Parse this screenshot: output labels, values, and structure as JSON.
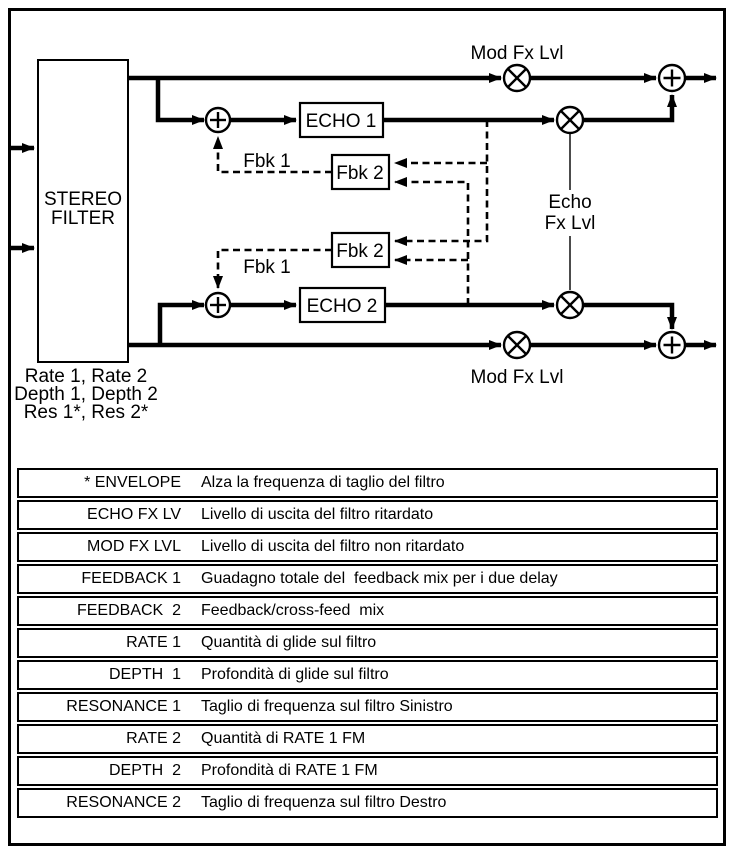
{
  "colors": {
    "line": "#000000",
    "background": "#ffffff"
  },
  "diagram": {
    "filter_label_line1": "STEREO",
    "filter_label_line2": "FILTER",
    "echo1_label": "ECHO 1",
    "echo2_label": "ECHO 2",
    "fbk2_upper_label": "Fbk 2",
    "fbk2_lower_label": "Fbk 2",
    "fbk1_upper_label": "Fbk 1",
    "fbk1_lower_label": "Fbk 1",
    "mod_fx_top_label": "Mod Fx Lvl",
    "mod_fx_bottom_label": "Mod Fx Lvl",
    "echo_fx_label_line1": "Echo",
    "echo_fx_label_line2": "Fx Lvl",
    "params_line1": "Rate 1, Rate 2",
    "params_line2": "Depth 1, Depth 2",
    "params_line3": "Res 1*, Res 2*"
  },
  "table": {
    "rows": [
      {
        "param": "* ENVELOPE",
        "description": "Alza la frequenza di taglio del filtro"
      },
      {
        "param": "ECHO FX LV",
        "description": "Livello di uscita del filtro ritardato"
      },
      {
        "param": "MOD FX LVL",
        "description": "Livello di uscita del filtro non ritardato"
      },
      {
        "param": "FEEDBACK 1",
        "description": "Guadagno totale del  feedback mix per i due delay"
      },
      {
        "param": "FEEDBACK  2",
        "description": "Feedback/cross-feed  mix"
      },
      {
        "param": "RATE 1",
        "description": "Quantità di glide sul filtro"
      },
      {
        "param": "DEPTH  1",
        "description": "Profondità di glide sul filtro"
      },
      {
        "param": "RESONANCE 1",
        "description": "Taglio di frequenza sul filtro Sinistro"
      },
      {
        "param": "RATE 2",
        "description": "Quantità di RATE 1 FM"
      },
      {
        "param": "DEPTH  2",
        "description": "Profondità di RATE 1 FM"
      },
      {
        "param": "RESONANCE 2",
        "description": "Taglio di frequenza sul filtro Destro"
      }
    ]
  }
}
